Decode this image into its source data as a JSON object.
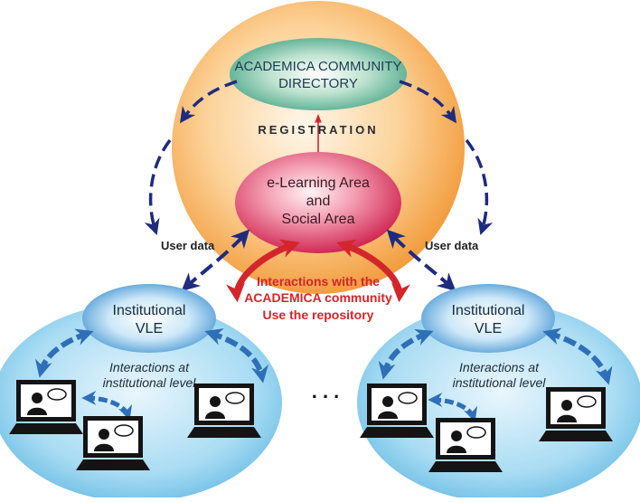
{
  "directory": {
    "line1": "ACADEMICA COMMUNITY",
    "line2": "DIRECTORY"
  },
  "registration_label": "REGISTRATION",
  "central_area": {
    "line1": "e-Learning Area",
    "line2": "and",
    "line3": "Social Area"
  },
  "user_data_labels": [
    "User data",
    "User data"
  ],
  "community_interactions": {
    "line1": "Interactions with the",
    "line2": "ACADEMICA community",
    "line3": "Use the repository"
  },
  "institutions": [
    {
      "vle_line1": "Institutional",
      "vle_line2": "VLE",
      "note_line1": "Interactions at",
      "note_line2": "institutional level"
    },
    {
      "vle_line1": "Institutional",
      "vle_line2": "VLE",
      "note_line1": "Interactions at",
      "note_line2": "institutional level"
    }
  ],
  "ellipsis": ". . .",
  "icons": [
    "laptop-user-chat-icon"
  ],
  "colors": {
    "orange_sphere": "#f4a848",
    "green_directory": "#3fa183",
    "pink_area": "#d6335a",
    "blue_sphere": "#8ccbec",
    "navy_arrow": "#1e2b7f",
    "vle_blue": "#2a86c9",
    "red_text": "#d3262b",
    "interaction_arrow": "#2e6fb8"
  }
}
